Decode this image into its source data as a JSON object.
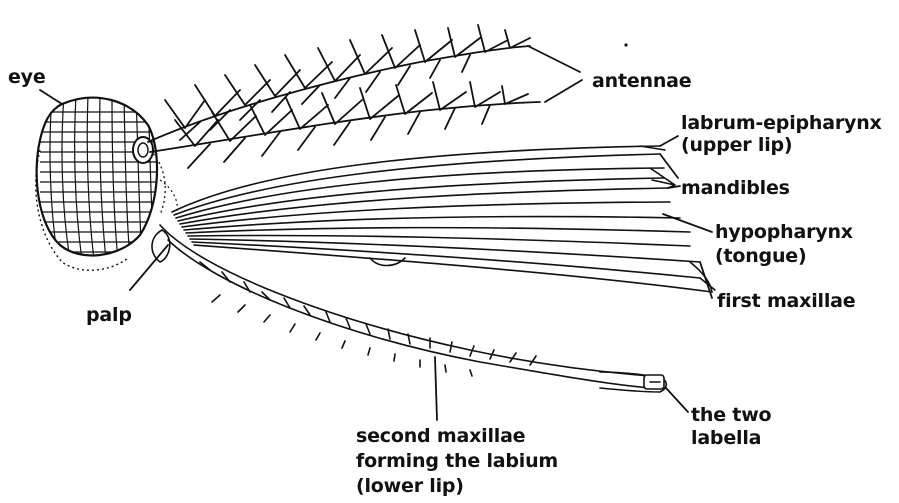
{
  "labels": {
    "eye": "eye",
    "antennae": "antennae",
    "labrum_line1": "labrum-epipharynx",
    "labrum_line2": "(upper lip)",
    "mandibles": "mandibles",
    "hypopharynx_line1": "hypopharynx",
    "hypopharynx_line2": "(tongue)",
    "first_maxillae": "first maxillae",
    "palp": "palp",
    "labella_line1": "the two",
    "labella_line2": "labella",
    "second_maxillae_line1": "second maxillae",
    "second_maxillae_line2": "forming the labium",
    "second_maxillae_line3": "(lower lip)"
  },
  "colors": {
    "ink": "#111111",
    "background": "#ffffff"
  }
}
